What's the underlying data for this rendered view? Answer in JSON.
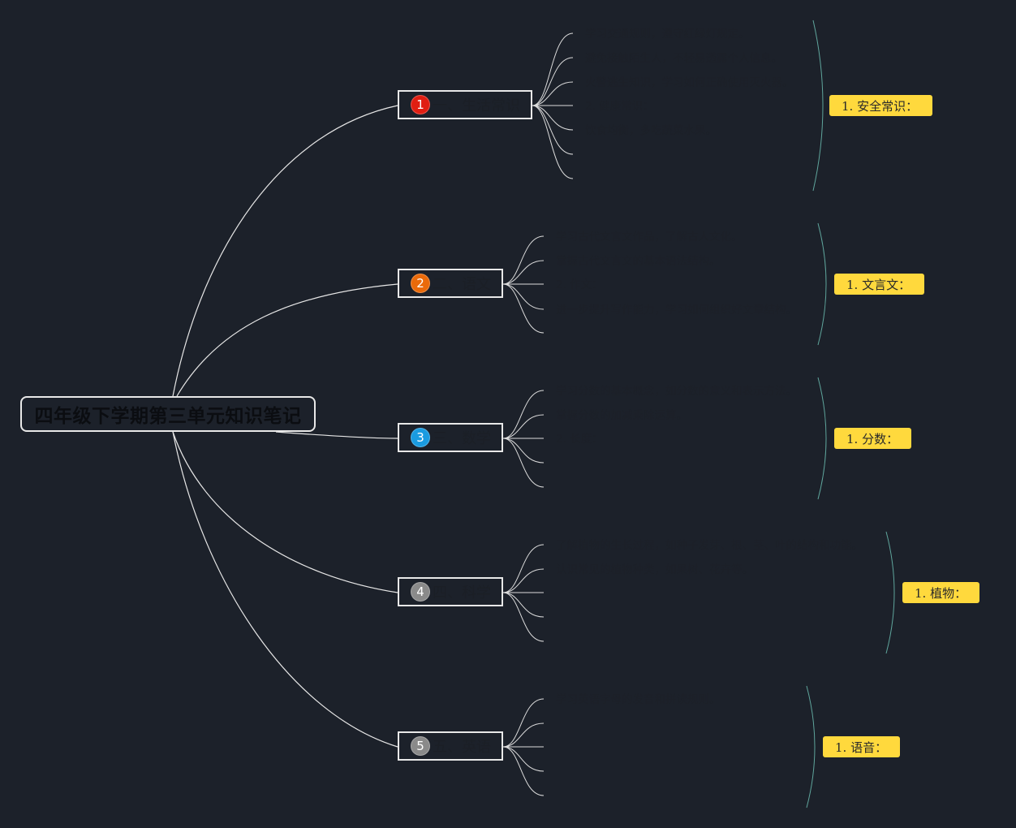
{
  "root": {
    "title": "四年级下学期第三单元知识笔记"
  },
  "colors": {
    "background": "#1c212a",
    "tag": "#ffd93d",
    "red": "#e01e12",
    "orange": "#ea6a0a",
    "blue": "#1a9be0",
    "gray": "#8a8a8a"
  },
  "branches": [
    {
      "number": "1",
      "label": "一、生活常识",
      "badge_color": "#e01e12",
      "tag": "1. 安全常识：",
      "leaves": [
        "学习交通规则，遵守红绿灯规定。",
        "避免接触陌生人，不轻易透露个人信息。",
        "火警逃生知识，学习如何正确使用灭火器。",
        "2. 健康常识：",
        "饮食均衡，多吃蔬菜水果。",
        "",
        ""
      ]
    },
    {
      "number": "2",
      "label": "二、语文",
      "badge_color": "#ea6a0a",
      "tag": "1. 文言文：",
      "leaves": [
        "学习古代文言文作品，了解古人文化。",
        "掌握古代文言文的基本语法结构。",
        "2. 作文：",
        "进一步提升写作能力，学习如何组织好文章结构。",
        ""
      ]
    },
    {
      "number": "3",
      "label": "三、数学",
      "badge_color": "#1a9be0",
      "tag": "1. 分数：",
      "leaves": [
        "学习分数的基本概念，如分数的意义和表示方法。",
        "掌握分数的加减乘除运算。",
        "2. 长度：",
        "",
        ""
      ]
    },
    {
      "number": "4",
      "label": "四、科学",
      "badge_color": "#8a8a8a",
      "tag": "1. 植物：",
      "leaves": [
        "了解植物的生长过程，如种子发芽、根、茎、叶的结构和功能。",
        "认识常见的植物种类，如果树、花卉等。",
        "",
        "",
        ""
      ]
    },
    {
      "number": "5",
      "label": "五、英语",
      "badge_color": "#8a8a8a",
      "tag": "1. 语音：",
      "leaves": [
        "学习英语字母的发音和拼读规则。",
        "",
        "",
        "",
        ""
      ]
    }
  ]
}
